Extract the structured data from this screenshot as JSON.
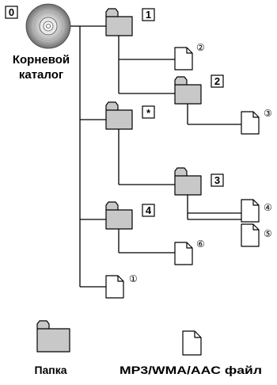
{
  "root": {
    "number": "0",
    "label_line1": "Корневой",
    "label_line2": "каталог"
  },
  "folders": [
    {
      "number": "1"
    },
    {
      "number": "2"
    },
    {
      "number": "*"
    },
    {
      "number": "3"
    },
    {
      "number": "4"
    }
  ],
  "files": [
    {
      "number": "②"
    },
    {
      "number": "③"
    },
    {
      "number": "④"
    },
    {
      "number": "⑤"
    },
    {
      "number": "⑥"
    },
    {
      "number": "①"
    }
  ],
  "legend": {
    "folder_label": "Папка",
    "file_label": "MP3/WMA/AAC файл"
  },
  "colors": {
    "folder_fill": "#c8c8c8",
    "line": "#000000"
  }
}
